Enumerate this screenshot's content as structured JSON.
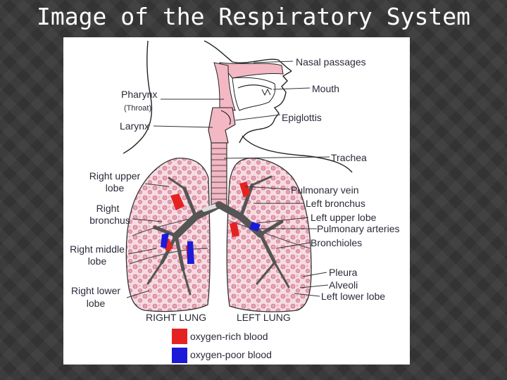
{
  "slide": {
    "title": "Image of the Respiratory System"
  },
  "labels": {
    "nasal_passages": "Nasal passages",
    "mouth": "Mouth",
    "pharynx": "Pharynx",
    "throat": "(Throat)",
    "epiglottis": "Epiglottis",
    "larynx": "Larynx",
    "trachea": "Trachea",
    "right_upper_lobe_1": "Right upper",
    "right_upper_lobe_2": "lobe",
    "pulmonary_vein": "Pulmonary vein",
    "left_bronchus": "Left bronchus",
    "right_bronchus_1": "Right",
    "right_bronchus_2": "bronchus",
    "left_upper_lobe": "Left upper lobe",
    "pulmonary_arteries": "Pulmonary arteries",
    "right_middle_lobe_1": "Right middle",
    "right_middle_lobe_2": "lobe",
    "bronchioles": "Bronchioles",
    "pleura": "Pleura",
    "alveoli": "Alveoli",
    "right_lower_lobe_1": "Right lower",
    "right_lower_lobe_2": "lobe",
    "left_lower_lobe": "Left lower lobe",
    "right_lung": "RIGHT LUNG",
    "left_lung": "LEFT LUNG"
  },
  "legend": {
    "oxygen_rich": "oxygen-rich blood",
    "oxygen_poor": "oxygen-poor blood"
  },
  "colors": {
    "oxygen_rich": "#e52222",
    "oxygen_poor": "#1a1ad8",
    "tissue_pink": "#f3b8c4",
    "alveoli_pink": "#e9a2b4"
  }
}
